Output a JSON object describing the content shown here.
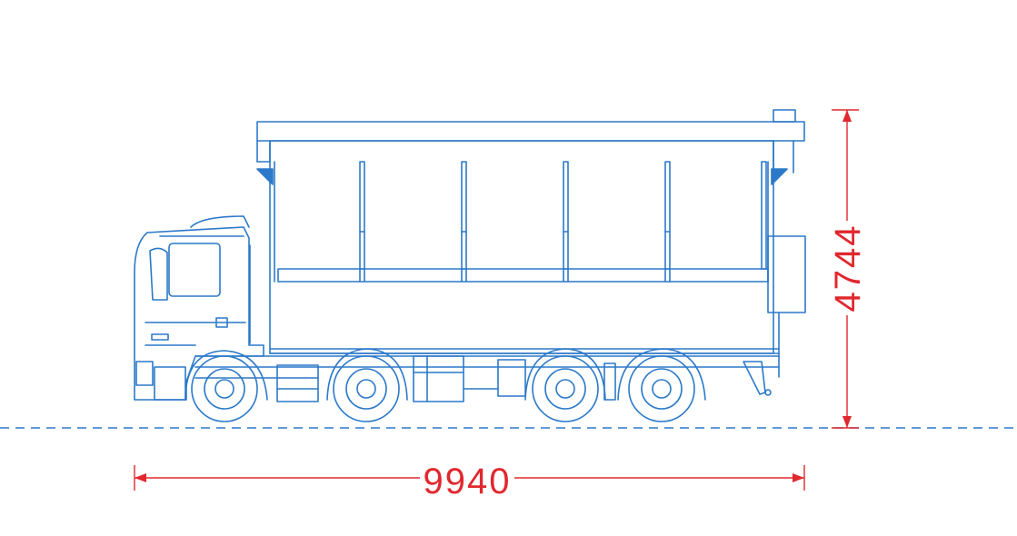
{
  "dimensions": {
    "length": "9940",
    "height": "4744"
  },
  "colors": {
    "line": "#2c79c9",
    "dimension": "#e0282e",
    "background": "#ffffff"
  },
  "icons": {
    "truck": "truck-side-view-drawing"
  }
}
